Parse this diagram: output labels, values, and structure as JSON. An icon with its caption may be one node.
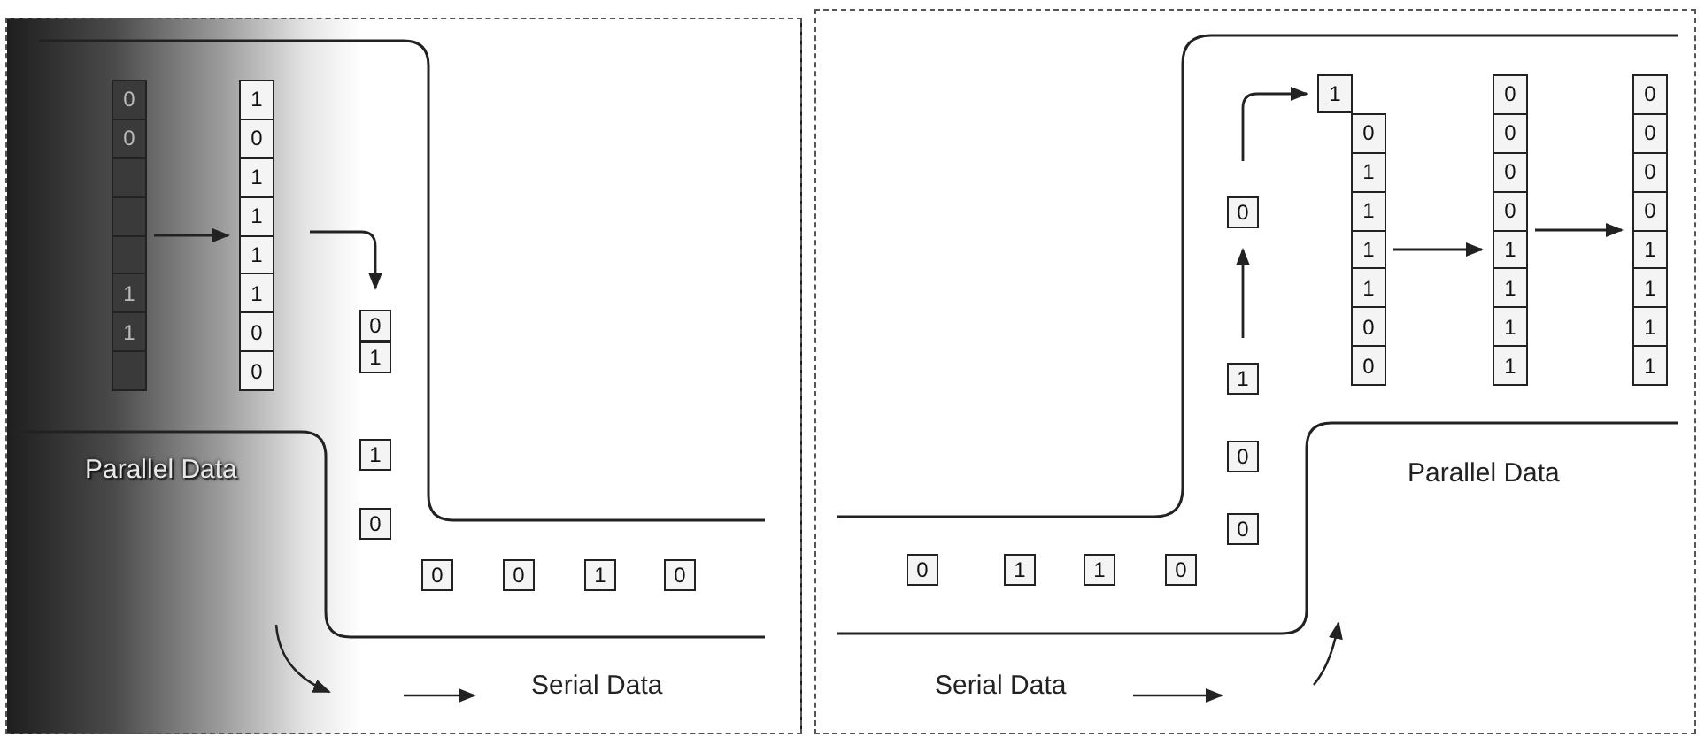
{
  "diagram": {
    "nodes": [
      {
        "text": [
          "0",
          "0",
          "1",
          "1"
        ]
      },
      {
        "text": [
          "1",
          "0",
          "1",
          "1",
          "1",
          "1",
          "0",
          "0"
        ]
      },
      {
        "text": [
          "0"
        ]
      },
      {
        "text": [
          "1"
        ]
      },
      {
        "text": [
          "1"
        ]
      },
      {
        "text": [
          "0"
        ]
      },
      {
        "text": [
          "0"
        ]
      },
      {
        "text": [
          "0"
        ]
      },
      {
        "text": [
          "1"
        ]
      },
      {
        "text": [
          "0"
        ]
      },
      {
        "text": [
          "0"
        ]
      },
      {
        "text": [
          "1"
        ]
      },
      {
        "text": [
          "1"
        ]
      },
      {
        "text": [
          "0"
        ]
      },
      {
        "text": [
          "0"
        ]
      },
      {
        "text": [
          "0"
        ]
      },
      {
        "text": [
          "1"
        ]
      },
      {
        "text": [
          "0"
        ]
      },
      {
        "text": [
          "1"
        ]
      },
      {
        "text": [
          "0",
          "1",
          "1",
          "1",
          "1",
          "0",
          "0"
        ]
      },
      {
        "text": [
          "0",
          "0",
          "0",
          "0",
          "1",
          "1",
          "1",
          "1"
        ]
      },
      {
        "text": [
          "0",
          "0",
          "0",
          "0",
          "1",
          "1",
          "1",
          "1"
        ]
      }
    ],
    "edges": [
      {
        "from": 0,
        "to": 1,
        "arrow": "to"
      },
      {
        "from": 1,
        "to": 2,
        "arrow": "to"
      },
      {
        "from": 16,
        "to": 17,
        "arrow": "to"
      },
      {
        "from": 17,
        "to": 18,
        "arrow": "to"
      },
      {
        "from": 19,
        "to": 20,
        "arrow": "to"
      },
      {
        "from": 20,
        "to": 21,
        "arrow": "to"
      }
    ],
    "labels": [
      "Parallel Data",
      "Serial Data",
      "Serial Data",
      "Parallel Data"
    ]
  }
}
